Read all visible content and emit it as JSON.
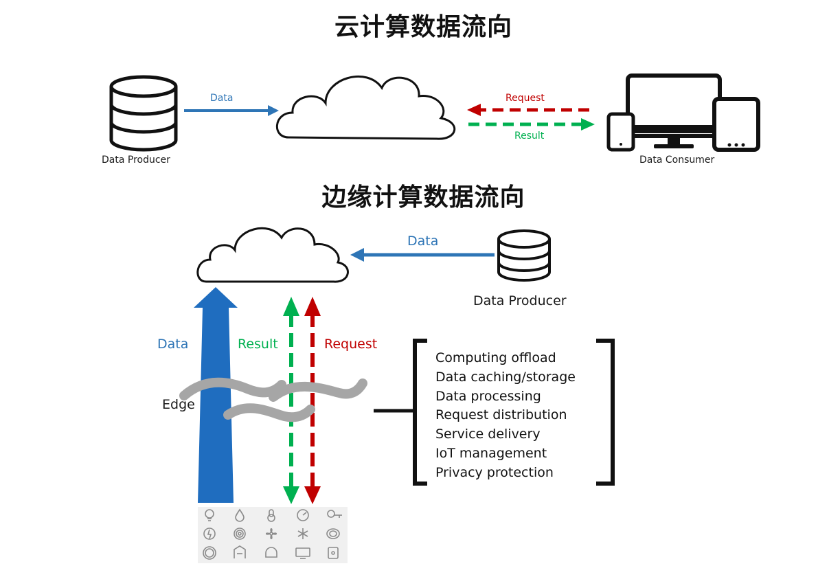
{
  "titles": {
    "cloud": "云计算数据流向",
    "edge": "边缘计算数据流向"
  },
  "cloud_section": {
    "producer_label": "Data Producer",
    "consumer_label": "Data Consumer",
    "data_arrow_label": "Data",
    "request_arrow_label": "Request",
    "result_arrow_label": "Result"
  },
  "edge_section": {
    "producer_label": "Data Producer",
    "data_arrow_label": "Data",
    "upload_data_label": "Data",
    "result_label": "Result",
    "request_label": "Request",
    "edge_label": "Edge",
    "functions": [
      "Computing offload",
      "Data caching/storage",
      "Data processing",
      "Request distribution",
      "Service delivery",
      "IoT management",
      "Privacy protection"
    ]
  },
  "colors": {
    "blue": "#2e75b6",
    "red": "#c00000",
    "green": "#00b050",
    "gray": "#a6a6a6",
    "black": "#111111"
  },
  "icons": [
    "lightbulb-icon",
    "water-drop-icon",
    "thermometer-icon",
    "gauge-icon",
    "key-icon",
    "power-icon",
    "wifi-icon",
    "fan-icon",
    "snowflake-icon",
    "ring-icon",
    "sun-icon",
    "garage-icon",
    "router-icon",
    "tv-icon",
    "socket-icon"
  ]
}
